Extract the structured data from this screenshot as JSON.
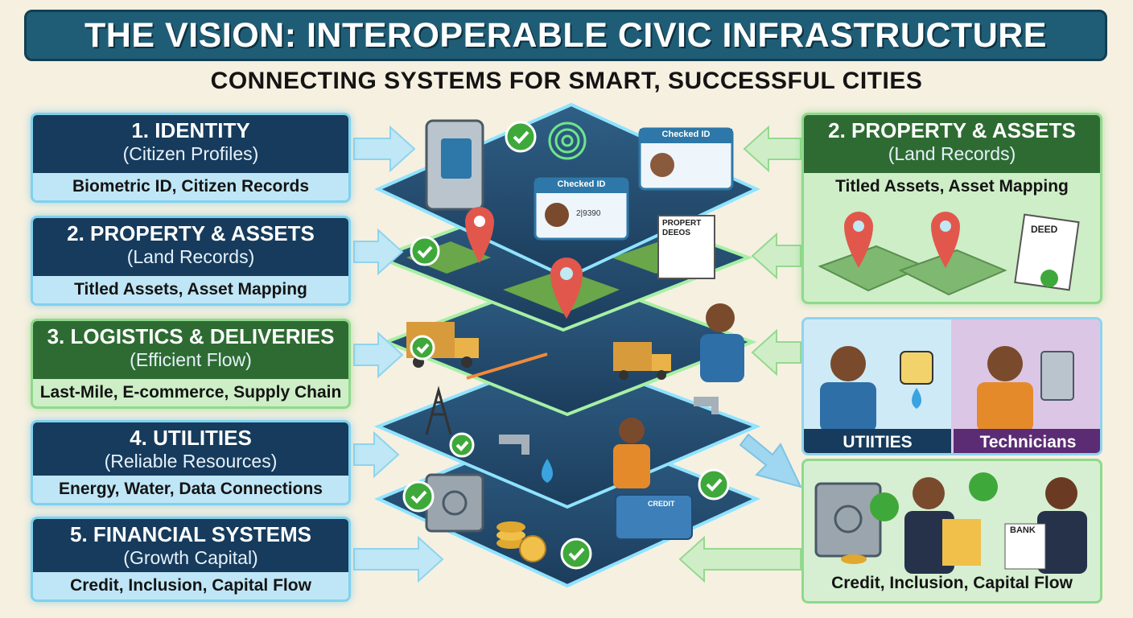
{
  "header": {
    "title": "THE VISION: INTEROPERABLE CIVIC INFRASTRUCTURE",
    "subtitle": "CONNECTING SYSTEMS FOR SMART, SUCCESSFUL CITIES"
  },
  "left_cards": [
    {
      "title": "1. IDENTITY",
      "subtitle": "(Citizen Profiles)",
      "detail": "Biometric ID, Citizen Records"
    },
    {
      "title": "2. PROPERTY & ASSETS",
      "subtitle": "(Land Records)",
      "detail": "Titled Assets, Asset Mapping"
    },
    {
      "title": "3. LOGISTICS & DELIVERIES",
      "subtitle": "(Efficient Flow)",
      "detail": "Last-Mile, E-commerce, Supply Chain"
    },
    {
      "title": "4. UTILITIES",
      "subtitle": "(Reliable Resources)",
      "detail": "Energy, Water, Data Connections"
    },
    {
      "title": "5. FINANCIAL SYSTEMS",
      "subtitle": "(Growth Capital)",
      "detail": "Credit, Inclusion, Capital Flow"
    }
  ],
  "right_panels": {
    "property": {
      "title": "2. PROPERTY & ASSETS",
      "subtitle": "(Land Records)",
      "detail": "Titled Assets, Asset Mapping",
      "deed_label": "DEED"
    },
    "utilities_label": "UTIITIES",
    "technicians_label": "Technicians",
    "financial_detail": "Credit, Inclusion, Capital Flow",
    "bank_label": "BANK"
  },
  "center": {
    "id_card_label": "Checked ID",
    "id_card_label_2": "Checked ID",
    "id_card_number": "2|9390",
    "property_doc_label": "PROPERT DEEOS",
    "credit_card_label": "CREDIT"
  },
  "colors": {
    "title_bg": "#1f5d76",
    "card_blue": "#163b5c",
    "card_green": "#2e6b32",
    "check_green": "#3fa83a",
    "pin_red": "#e2574c"
  }
}
